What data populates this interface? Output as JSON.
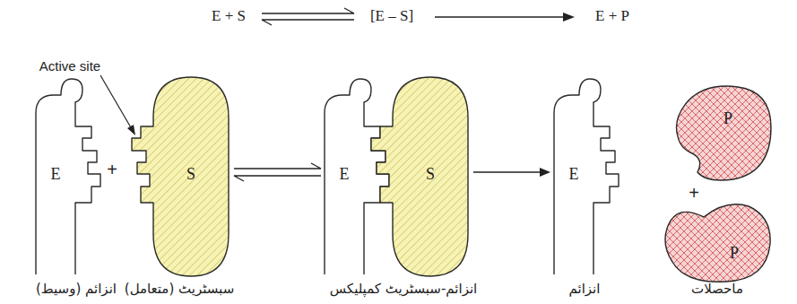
{
  "diagram": {
    "nodes": [
      {
        "text": [
          "E"
        ]
      },
      {
        "text": [
          "S"
        ]
      },
      {
        "text": [
          "E"
        ]
      },
      {
        "text": [
          "S"
        ]
      },
      {
        "text": [
          "E"
        ]
      },
      {
        "text": [
          "P"
        ]
      },
      {
        "text": [
          "P"
        ]
      }
    ],
    "edges": [
      {
        "from": 1,
        "to": 2,
        "arrow": "both"
      },
      {
        "from": 3,
        "to": 4,
        "arrow": "to"
      }
    ],
    "labels": [
      "E + S",
      "[E – S]",
      "E + P",
      "Active site",
      "+",
      "+",
      "انزائم (وسیط)",
      "سبسٹریٹ (متعامل)",
      "انزائم-سبسٹریٹ کمپلیکس",
      "انزائم",
      "ماحصلات"
    ]
  }
}
